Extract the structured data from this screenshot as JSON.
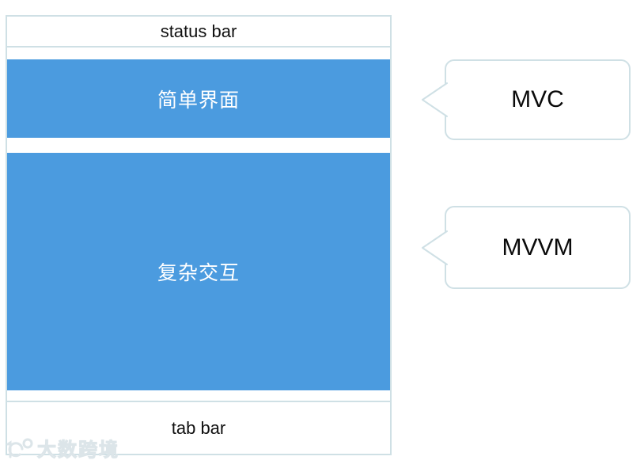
{
  "diagram": {
    "phone_mockup": {
      "status_bar_label": "status bar",
      "sections": [
        {
          "label": "简单界面",
          "style": "blue-box"
        },
        {
          "label": "复杂交互",
          "style": "blue-box"
        }
      ],
      "tab_bar_label": "tab bar"
    },
    "callouts": [
      {
        "label": "MVC",
        "points_to": "简单界面"
      },
      {
        "label": "MVVM",
        "points_to": "复杂交互"
      }
    ],
    "watermark": {
      "text": "大数跨境",
      "logo": "circles-logo-icon"
    },
    "colors": {
      "section_blue": "#4B9BDF",
      "outline": "#CFE0E5",
      "text_dark": "#111111",
      "text_on_blue": "#FFFFFF",
      "watermark": "#DCE5E9"
    }
  }
}
